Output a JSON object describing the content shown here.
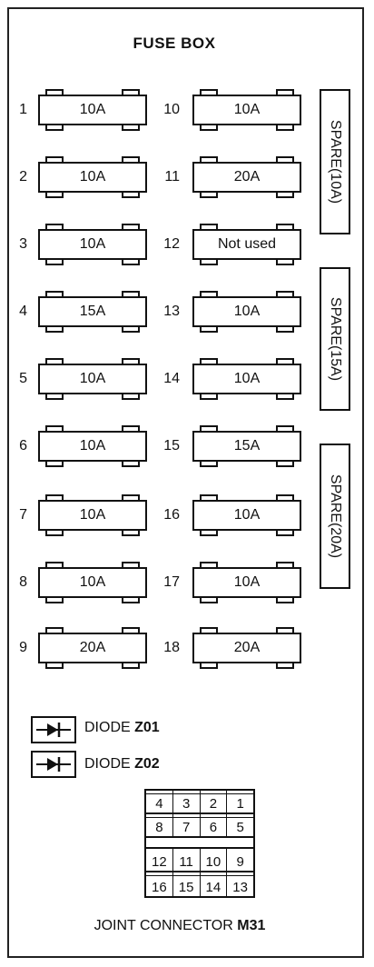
{
  "title": "FUSE BOX",
  "fuses": [
    {
      "num": "1",
      "rating": "10A"
    },
    {
      "num": "2",
      "rating": "10A"
    },
    {
      "num": "3",
      "rating": "10A"
    },
    {
      "num": "4",
      "rating": "15A"
    },
    {
      "num": "5",
      "rating": "10A"
    },
    {
      "num": "6",
      "rating": "10A"
    },
    {
      "num": "7",
      "rating": "10A"
    },
    {
      "num": "8",
      "rating": "10A"
    },
    {
      "num": "9",
      "rating": "20A"
    },
    {
      "num": "10",
      "rating": "10A"
    },
    {
      "num": "11",
      "rating": "20A"
    },
    {
      "num": "12",
      "rating": "Not used"
    },
    {
      "num": "13",
      "rating": "10A"
    },
    {
      "num": "14",
      "rating": "10A"
    },
    {
      "num": "15",
      "rating": "15A"
    },
    {
      "num": "16",
      "rating": "10A"
    },
    {
      "num": "17",
      "rating": "10A"
    },
    {
      "num": "18",
      "rating": "20A"
    }
  ],
  "spares": [
    "SPARE(10A)",
    "SPARE(15A)",
    "SPARE(20A)"
  ],
  "diodes": [
    {
      "prefix": "DIODE",
      "id": "Z01"
    },
    {
      "prefix": "DIODE",
      "id": "Z02"
    }
  ],
  "connector": {
    "rows": [
      [
        "4",
        "3",
        "2",
        "1"
      ],
      [
        "8",
        "7",
        "6",
        "5"
      ],
      [
        "12",
        "11",
        "10",
        "9"
      ],
      [
        "16",
        "15",
        "14",
        "13"
      ]
    ],
    "label_prefix": "JOINT CONNECTOR",
    "label_id": "M31"
  }
}
